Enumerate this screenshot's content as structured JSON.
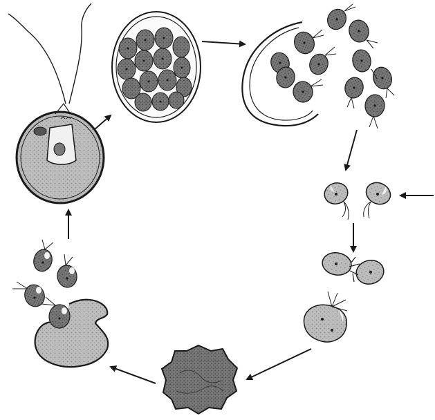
{
  "diagram": {
    "stages": [
      {
        "id": "mature-cell",
        "icon": "biflagellate-cell-with-nucleus"
      },
      {
        "id": "sporangium",
        "icon": "cell-dividing-into-cluster"
      },
      {
        "id": "zoospore-release",
        "icon": "ruptured-wall-releasing-cells"
      },
      {
        "id": "gamete-pair",
        "icon": "two-gametes"
      },
      {
        "id": "fusing-gametes",
        "icon": "gametes-fusing"
      },
      {
        "id": "zygote-flagellate",
        "icon": "quadriflagellate-zygote"
      },
      {
        "id": "resting-zygote",
        "icon": "thick-walled-spore"
      },
      {
        "id": "germinating-zygote",
        "icon": "germinating-spore-releasing-cells"
      }
    ],
    "arrow_count": 8
  },
  "colors": {
    "outline": "#1a1a1a",
    "cell_fill": "#bdbdbd",
    "cell_fill_dark": "#8e8e8e",
    "spore_fill": "#6e6e6e",
    "background": "#ffffff"
  }
}
